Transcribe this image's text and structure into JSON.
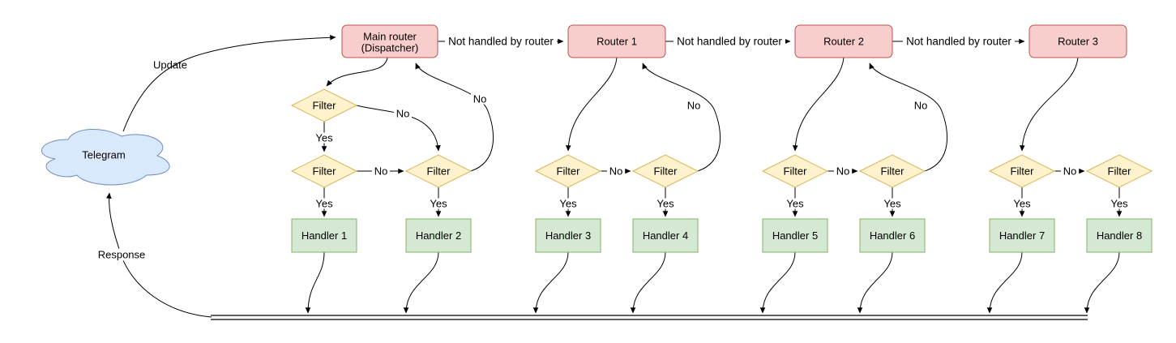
{
  "colors": {
    "cloud-fill": "#dae8fc",
    "cloud-stroke": "#6c8ebf",
    "router-fill": "#f8cecc",
    "router-stroke": "#b85450",
    "filter-fill": "#fff2cc",
    "filter-stroke": "#d6b656",
    "handler-fill": "#d5e8d4",
    "handler-stroke": "#82b366",
    "edge": "#000000",
    "label-bg": "#ffffff"
  },
  "nodes": {
    "cloud": {
      "label": "Telegram"
    },
    "routers": [
      {
        "line1": "Main router",
        "line2": "(Dispatcher)"
      },
      {
        "label": "Router 1"
      },
      {
        "label": "Router 2"
      },
      {
        "label": "Router 3"
      }
    ],
    "filter_label": "Filter",
    "handlers": [
      "Handler 1",
      "Handler 2",
      "Handler 3",
      "Handler 4",
      "Handler 5",
      "Handler 6",
      "Handler 7",
      "Handler 8"
    ]
  },
  "edge_labels": {
    "update": "Update",
    "response": "Response",
    "not_handled": "Not handled by router",
    "yes": "Yes",
    "no": "No"
  }
}
